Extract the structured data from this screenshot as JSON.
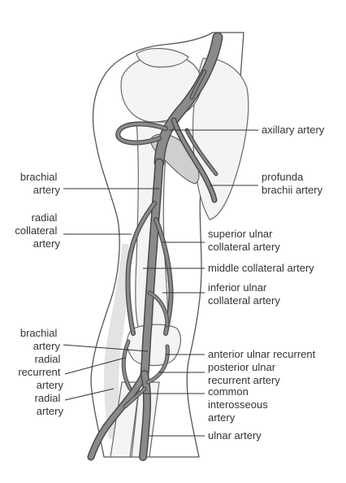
{
  "labels_left": [
    {
      "id": "brachial-artery-upper",
      "lines": [
        "brachial",
        "artery"
      ]
    },
    {
      "id": "radial-collateral-artery",
      "lines": [
        "radial",
        "collateral",
        "artery"
      ]
    },
    {
      "id": "brachial-artery-lower",
      "lines": [
        "brachial",
        "artery"
      ]
    },
    {
      "id": "radial-recurrent-artery",
      "lines": [
        "radial",
        "recurrent",
        "artery"
      ]
    },
    {
      "id": "radial-artery",
      "lines": [
        "radial",
        "artery"
      ]
    }
  ],
  "labels_right": [
    {
      "id": "axillary-artery",
      "lines": [
        "axillary artery"
      ]
    },
    {
      "id": "profunda-brachii-artery",
      "lines": [
        "profunda",
        "brachii artery"
      ]
    },
    {
      "id": "superior-ulnar-collateral-artery",
      "lines": [
        "superior ulnar",
        "collateral artery"
      ]
    },
    {
      "id": "middle-collateral-artery",
      "lines": [
        "middle collateral artery"
      ]
    },
    {
      "id": "inferior-ulnar-collateral-artery",
      "lines": [
        "inferior ulnar",
        "collateral artery"
      ]
    },
    {
      "id": "anterior-ulnar-recurrent",
      "lines": [
        "anterior ulnar recurrent"
      ]
    },
    {
      "id": "posterior-ulnar-recurrent-artery",
      "lines": [
        "posterior ulnar",
        "recurrent artery"
      ]
    },
    {
      "id": "common-interosseous-artery",
      "lines": [
        "common",
        "interosseous",
        "artery"
      ]
    },
    {
      "id": "ulnar-artery",
      "lines": [
        "ulnar artery"
      ]
    }
  ],
  "colors": {
    "artery_fill": "#8a8a8a",
    "artery_edge": "#4a4a4a",
    "text": "#333333"
  }
}
